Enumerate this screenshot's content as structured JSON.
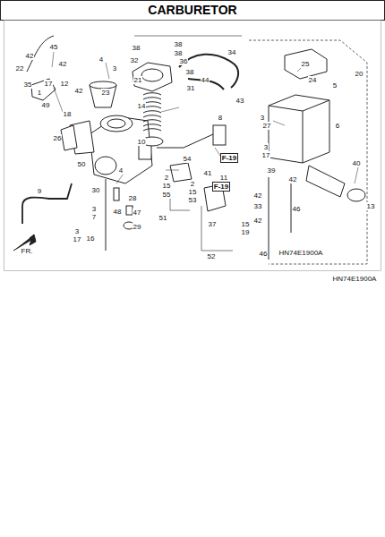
{
  "diagram": {
    "title": "CARBURETOR",
    "labels": [
      "45",
      "42",
      "22",
      "42",
      "35",
      "17",
      "1",
      "49",
      "12",
      "42",
      "23",
      "4",
      "3",
      "38",
      "32",
      "38",
      "38",
      "36",
      "21",
      "38",
      "31",
      "34",
      "44",
      "43",
      "25",
      "24",
      "5",
      "20",
      "14",
      "18",
      "10",
      "8",
      "3",
      "27",
      "6",
      "26",
      "54",
      "F-19",
      "F-19",
      "41",
      "11",
      "3",
      "17",
      "39",
      "42",
      "40",
      "9",
      "50",
      "2",
      "15",
      "55",
      "2",
      "15",
      "53",
      "4",
      "28",
      "30",
      "48",
      "47",
      "29",
      "3",
      "7",
      "3",
      "17",
      "16",
      "37",
      "15",
      "19",
      "51",
      "52",
      "42",
      "33",
      "42",
      "46",
      "46",
      "13",
      "HN74E1900A",
      "FR.",
      "HN74E1900A"
    ]
  }
}
